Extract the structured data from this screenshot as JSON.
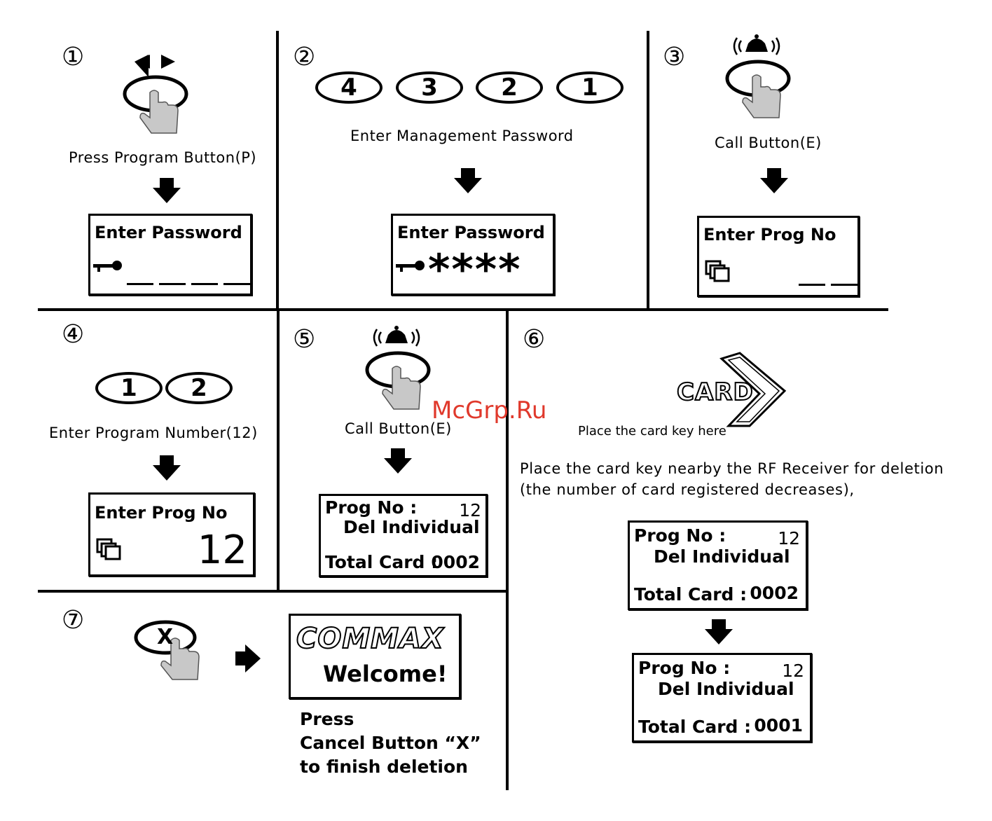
{
  "steps": [
    "①",
    "②",
    "③",
    "④",
    "⑤",
    "⑥",
    "⑦"
  ],
  "step1": {
    "caption": "Press Program Button(P)",
    "screen_title": "Enter Password"
  },
  "step2": {
    "digits": [
      "4",
      "3",
      "2",
      "1"
    ],
    "caption": "Enter Management Password",
    "screen_title": "Enter Password",
    "masked": "****"
  },
  "step3": {
    "caption": "Call Button(E)",
    "screen_title": "Enter Prog No"
  },
  "step4": {
    "digits": [
      "1",
      "2"
    ],
    "caption": "Enter Program Number(12)",
    "screen_title": "Enter Prog No",
    "screen_value": "12"
  },
  "step5": {
    "caption": "Call Button(E)",
    "prog_no": "Prog No :",
    "prog_val": "12",
    "del": "Del Individual",
    "total": "Total Card :",
    "total_val": "0002"
  },
  "step6": {
    "card_label": "CARD",
    "card_hint": "Place the card key here",
    "desc_line1": "Place the card key nearby the RF Receiver for deletion",
    "desc_line2": "(the number of card registered decreases),",
    "screen_a": {
      "prog_no": "Prog No :",
      "prog_val": "12",
      "del": "Del Individual",
      "total": "Total Card :",
      "total_val": "0002"
    },
    "screen_b": {
      "prog_no": "Prog No :",
      "prog_val": "12",
      "del": "Del Individual",
      "total": "Total Card :",
      "total_val": "0001"
    }
  },
  "step7": {
    "key": "X",
    "brand": "COMMAX",
    "welcome": "Welcome!",
    "note1": "Press",
    "note2": "Cancel Button “X”",
    "note3": "to finish deletion"
  },
  "watermark": "McGrp.Ru"
}
